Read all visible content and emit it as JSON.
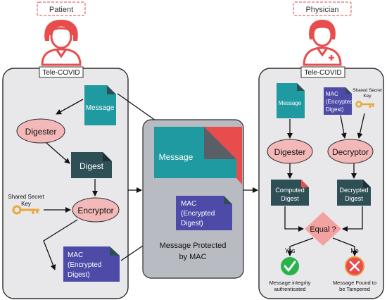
{
  "patient": {
    "title": "Patient",
    "app_label": "Tele-COVID",
    "message": "Message",
    "digester": "Digester",
    "digest": "Digest",
    "shared_key": [
      "Shared Secret",
      "Key"
    ],
    "encryptor": "Encryptor",
    "mac": [
      "MAC",
      "(Encrypted",
      "Digest)"
    ]
  },
  "middle": {
    "message": "Message",
    "mac": [
      "MAC",
      "(Encrypted",
      "Digest)"
    ],
    "caption": [
      "Message Protected",
      "by MAC"
    ]
  },
  "physician": {
    "title": "Physician",
    "app_label": "Tele-COVID",
    "message": "Message",
    "mac": [
      "MAC",
      "(Encrypted",
      "Digest)"
    ],
    "shared_key": [
      "Shared Secret",
      "Key"
    ],
    "digester": "Digester",
    "decryptor": "Decryptor",
    "computed_digest": [
      "Computed",
      "Digest"
    ],
    "decrypted_digest": [
      "Decrypted",
      "Digest"
    ],
    "equal": "Equal ?",
    "yes": "Yes",
    "no": "No",
    "yes_result": [
      "Message integrity",
      "authenticated"
    ],
    "no_result": [
      "Message Found to",
      "be Tampered"
    ]
  },
  "colors": {
    "teal": "#1f9aa0",
    "dark_slate": "#2f4f57",
    "purple": "#4d4aa8",
    "pink": "#f3b8b8",
    "red": "#e84c4c",
    "green": "#27b34a",
    "orange": "#f0963c",
    "panel": "#e8e8eb",
    "mid_panel": "#b9bbc2"
  }
}
